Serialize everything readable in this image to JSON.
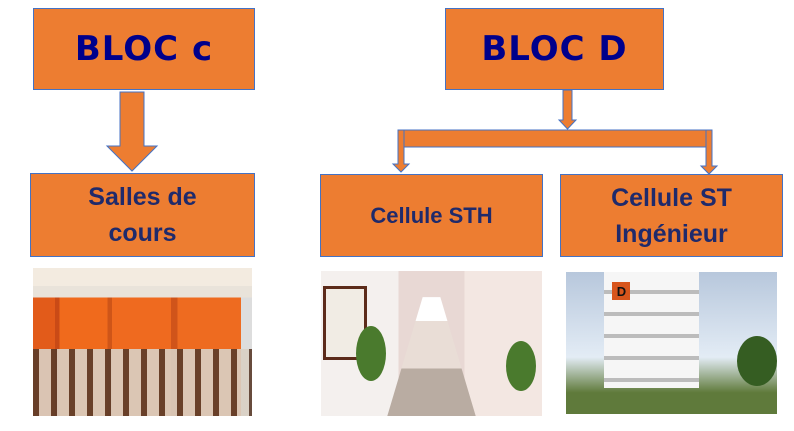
{
  "diagram": {
    "bloc_c": {
      "title": "BLOC c",
      "child": "Salles de cours"
    },
    "bloc_d": {
      "title": "BLOC D",
      "children": [
        "Cellule STH",
        "Cellule ST Ingénieur"
      ]
    },
    "photo_sign": "D"
  },
  "colors": {
    "box_fill": "#ED7D31",
    "box_border": "#4472C4",
    "title_text": "#00008B",
    "label_text": "#1F2A6B"
  }
}
